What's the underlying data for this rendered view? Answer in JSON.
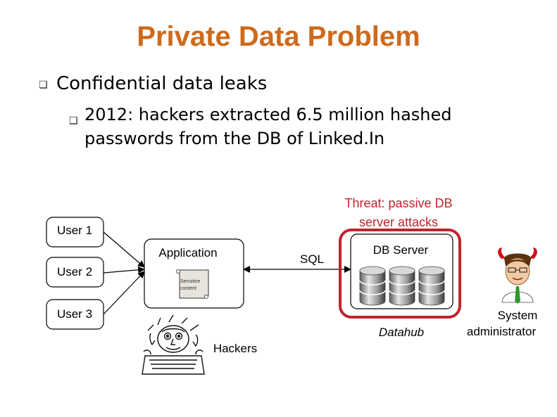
{
  "slide": {
    "title": "Private Data Problem",
    "bullet_main": "Confidential data leaks",
    "bullet_sub": "2012: hackers extracted 6.5 million hashed passwords from the DB of Linked.In"
  },
  "diagram": {
    "users": [
      "User 1",
      "User 2",
      "User 3"
    ],
    "application_label": "Application",
    "doc_label_line1": "Sensitive",
    "doc_label_line2": "content",
    "sql_label": "SQL",
    "threat_line1": "Threat: passive DB",
    "threat_line2": "server attacks",
    "db_server_label": "DB Server",
    "datahub_label": "Datahub",
    "hackers_label": "Hackers",
    "admin_line1": "System",
    "admin_line2": "administrator",
    "colors": {
      "title": "#cf6a1c",
      "threat_box": "#c0242e",
      "threat_text": "#c0242e"
    }
  }
}
